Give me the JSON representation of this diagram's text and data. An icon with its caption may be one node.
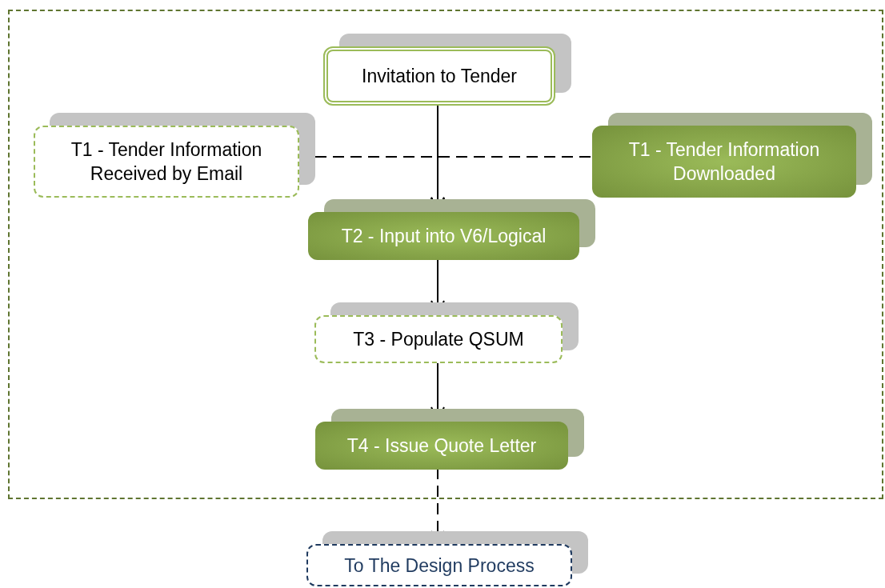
{
  "diagram": {
    "nodes": [
      {
        "text": [],
        "shape": "box"
      },
      {
        "text": [
          "Invitation to Tender"
        ],
        "in": 0
      },
      {
        "text": [
          "T1 - Tender Information Received by Email"
        ],
        "in": 0
      },
      {
        "text": [
          "T1 - Tender Information Downloaded"
        ],
        "in": 0
      },
      {
        "text": [
          "T2 - Input into V6/Logical"
        ],
        "in": 0
      },
      {
        "text": [
          "T3 - Populate QSUM"
        ],
        "in": 0
      },
      {
        "text": [
          "T4 - Issue Quote Letter"
        ],
        "in": 0
      },
      {
        "text": [
          "To The Design Process"
        ]
      }
    ],
    "edges": [
      {
        "from": 1,
        "to": 4,
        "arrow": "to"
      },
      {
        "from": 2,
        "to": 4,
        "arrow": "to",
        "style": "dashed"
      },
      {
        "from": 3,
        "to": 4,
        "arrow": "to",
        "style": "dashed"
      },
      {
        "from": 4,
        "to": 5,
        "arrow": "to"
      },
      {
        "from": 5,
        "to": 6,
        "arrow": "to"
      },
      {
        "from": 6,
        "to": 7,
        "arrow": "to",
        "style": "dashed"
      }
    ]
  }
}
